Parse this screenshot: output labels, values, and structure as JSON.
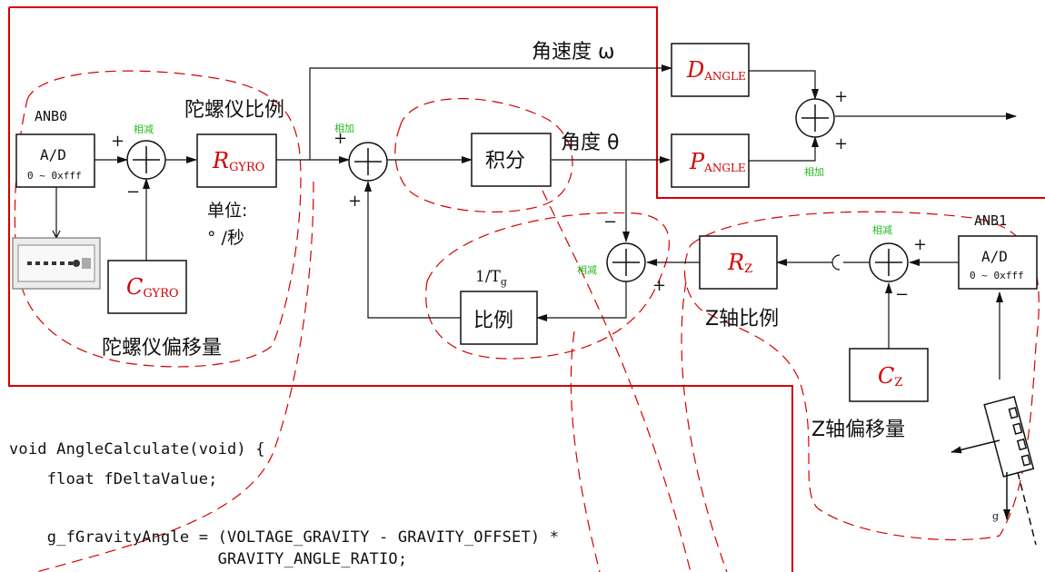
{
  "colors": {
    "frame": "#d40000",
    "block_label": "#d40000",
    "op_label": "#22bb22",
    "line": "#111111",
    "dashed": "#d40000"
  },
  "signals": {
    "angular_velocity": "角速度 ω",
    "angle": "角度 θ",
    "gyro_scale": "陀螺仪比例",
    "unit": "单位:",
    "unit_value": "° /秒",
    "gyro_offset": "陀螺仪偏移量",
    "z_scale": "Z轴比例",
    "z_offset": "Z轴偏移量",
    "feedback_gain": "1/T",
    "feedback_gain_sub": "g",
    "g_label": "g"
  },
  "blocks": {
    "adc0": {
      "name": "ANB0",
      "title": "A/D",
      "range": "0 ~ 0xfff"
    },
    "adc1": {
      "name": "ANB1",
      "title": "A/D",
      "range": "0 ~ 0xfff"
    },
    "r_gyro": {
      "main": "R",
      "sub": "GYRO"
    },
    "c_gyro": {
      "main": "C",
      "sub": "GYRO"
    },
    "d_angle": {
      "main": "D",
      "sub": "ANGLE"
    },
    "p_angle": {
      "main": "P",
      "sub": "ANGLE"
    },
    "r_z": {
      "main": "R",
      "sub": "Z"
    },
    "c_z": {
      "main": "C",
      "sub": "Z"
    },
    "integrator": "积分",
    "ratio": "比例"
  },
  "ops": {
    "subtract": "相减",
    "add": "相加"
  },
  "signs": {
    "plus": "+",
    "minus": "−"
  },
  "code": {
    "line1": "void AngleCalculate(void) {",
    "line2": "    float fDeltaValue;",
    "line3": "    g_fGravityAngle = (VOLTAGE_GRAVITY - GRAVITY_OFFSET) *",
    "line4": "                      GRAVITY_ANGLE_RATIO;"
  }
}
